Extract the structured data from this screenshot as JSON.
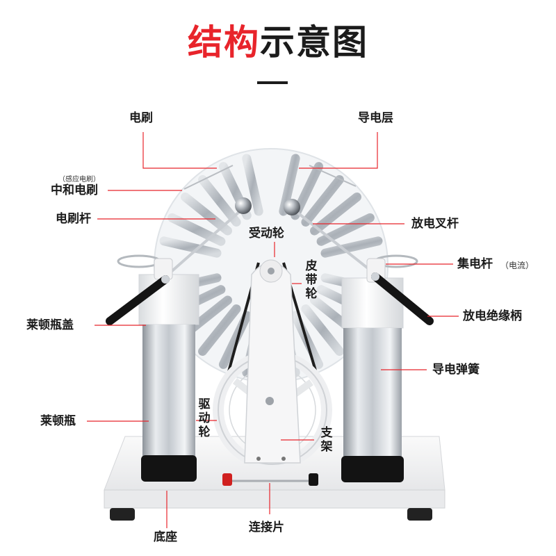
{
  "title": {
    "part1": "结构",
    "part2": "示意图"
  },
  "labels": {
    "brush": "电刷",
    "conductive_layer": "导电层",
    "induction_brush_note": "（感应电刷）",
    "neutral_brush": "中和电刷",
    "brush_rod": "电刷杆",
    "driven_wheel": "受动轮",
    "discharge_fork_rod": "放电叉杆",
    "belt_wheel": [
      "皮",
      "带",
      "轮"
    ],
    "collector_rod": "集电杆",
    "collector_note": "（电流）",
    "leyden_cap": "莱顿瓶盖",
    "discharge_handle": "放电绝缘柄",
    "conductive_spring": "导电弹簧",
    "drive_wheel": [
      "驱",
      "动",
      "轮"
    ],
    "leyden_jar": "莱顿瓶",
    "bracket": [
      "支",
      "架"
    ],
    "base": "底座",
    "connector": "连接片"
  },
  "colors": {
    "title_red": "#e8242b",
    "text": "#1b1b1b",
    "callout_line": "#e8242b",
    "disk": "#f2f4f6",
    "foil": "#c7ccd2",
    "metal": "#cfd3d8",
    "handle": "#141414",
    "frame": "#f7f7f8"
  }
}
